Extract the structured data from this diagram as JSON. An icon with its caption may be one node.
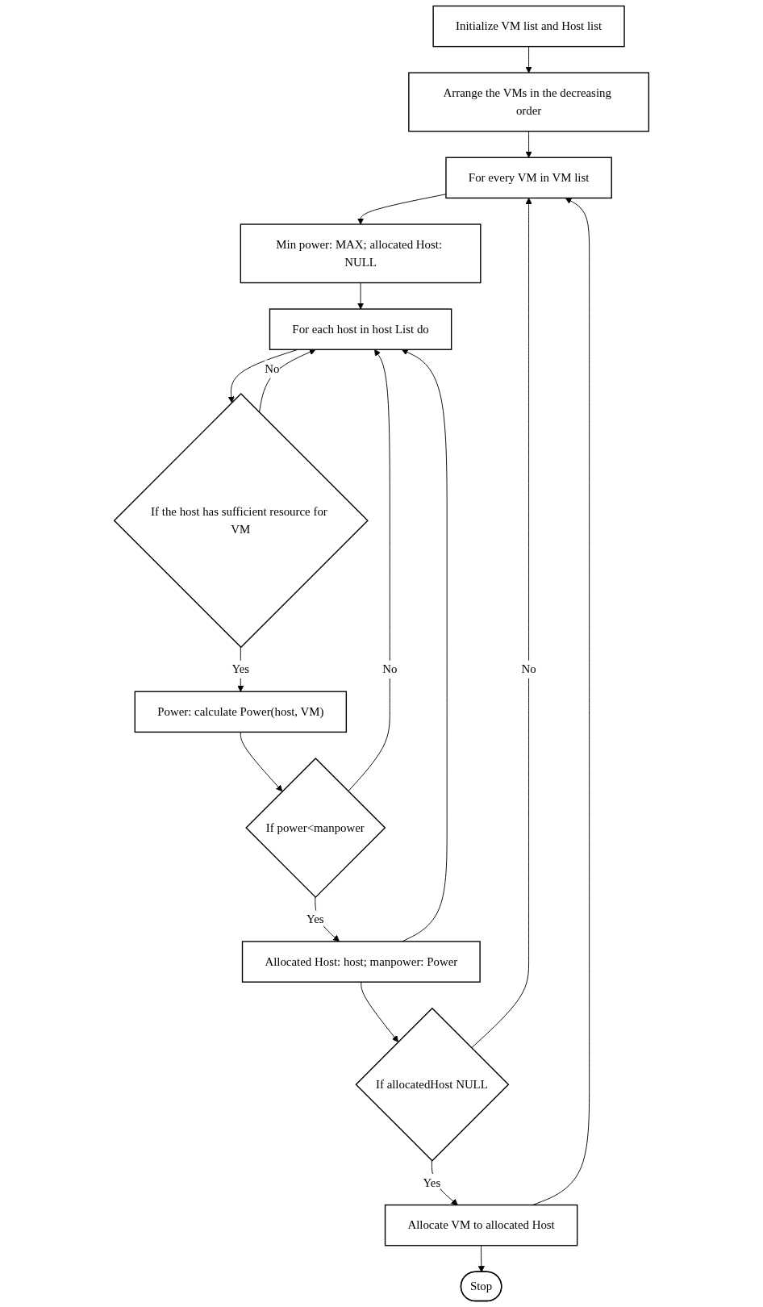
{
  "diagram": {
    "nodes": [
      {
        "text": [
          "Initialize VM list and Host list"
        ]
      },
      {
        "text": [
          "Arrange the VMs in the decreasing order"
        ]
      },
      {
        "text": [
          "For every VM in VM list"
        ]
      },
      {
        "text": [
          "Min power: MAX; allocated Host: NULL"
        ]
      },
      {
        "text": [
          "For each host in host List do"
        ]
      },
      {
        "text": [
          "If the host has sufficient resource for VM"
        ]
      },
      {
        "text": [
          "Power: calculate Power(host, VM)"
        ]
      },
      {
        "text": [
          "If power<manpower"
        ]
      },
      {
        "text": [
          "Allocated Host: host; manpower: Power"
        ]
      },
      {
        "text": [
          "If allocatedHost NULL"
        ]
      },
      {
        "text": [
          "Allocate VM to allocated Host"
        ]
      },
      {
        "text": [
          "Stop"
        ]
      }
    ],
    "edges": [
      {
        "from": 0,
        "to": 1,
        "arrow": "to"
      },
      {
        "from": 1,
        "to": 2,
        "arrow": "to"
      },
      {
        "from": 2,
        "to": 3,
        "arrow": "to"
      },
      {
        "from": 3,
        "to": 4,
        "arrow": "to"
      },
      {
        "from": 4,
        "to": 5,
        "arrow": "to"
      },
      {
        "from": 5,
        "to": 4,
        "label": "No",
        "arrow": "to"
      },
      {
        "from": 5,
        "to": 6,
        "label": "Yes",
        "arrow": "to"
      },
      {
        "from": 6,
        "to": 7,
        "arrow": "to"
      },
      {
        "from": 7,
        "to": 4,
        "label": "No",
        "arrow": "to"
      },
      {
        "from": 7,
        "to": 8,
        "label": "Yes",
        "arrow": "to"
      },
      {
        "from": 8,
        "to": 4,
        "arrow": "to"
      },
      {
        "from": 8,
        "to": 9,
        "arrow": "to"
      },
      {
        "from": 9,
        "to": 2,
        "label": "No",
        "arrow": "to"
      },
      {
        "from": 9,
        "to": 10,
        "label": "Yes",
        "arrow": "to"
      },
      {
        "from": 10,
        "to": 11,
        "arrow": "to"
      },
      {
        "from": 10,
        "to": 2,
        "arrow": "to"
      }
    ]
  }
}
